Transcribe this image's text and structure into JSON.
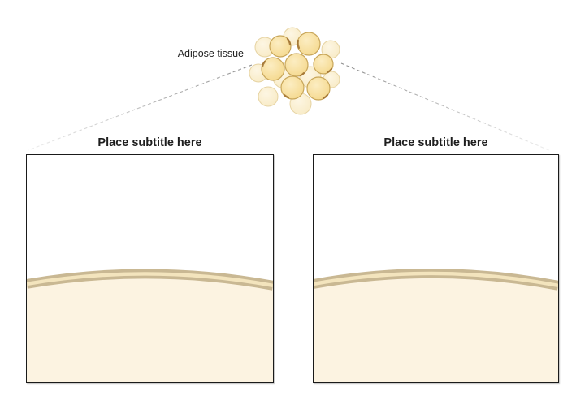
{
  "figure": {
    "source_label": "Adipose tissue",
    "panels": [
      {
        "subtitle": "Place subtitle here"
      },
      {
        "subtitle": "Place subtitle here"
      }
    ]
  },
  "colors": {
    "cell_fill": "#f8e2a4",
    "cell_outline": "#c8a65a",
    "cell_nucleus": "#9a6a2a",
    "cell_pale_fill": "#fbf0d2",
    "cell_pale_outline": "#e6d3a2",
    "tissue_fill": "#fcf3e1",
    "membrane_outer": "#c9b893",
    "membrane_inner": "#f3e4bd",
    "connector": "#9a9a9a",
    "panel_border": "#1a1a1a"
  }
}
